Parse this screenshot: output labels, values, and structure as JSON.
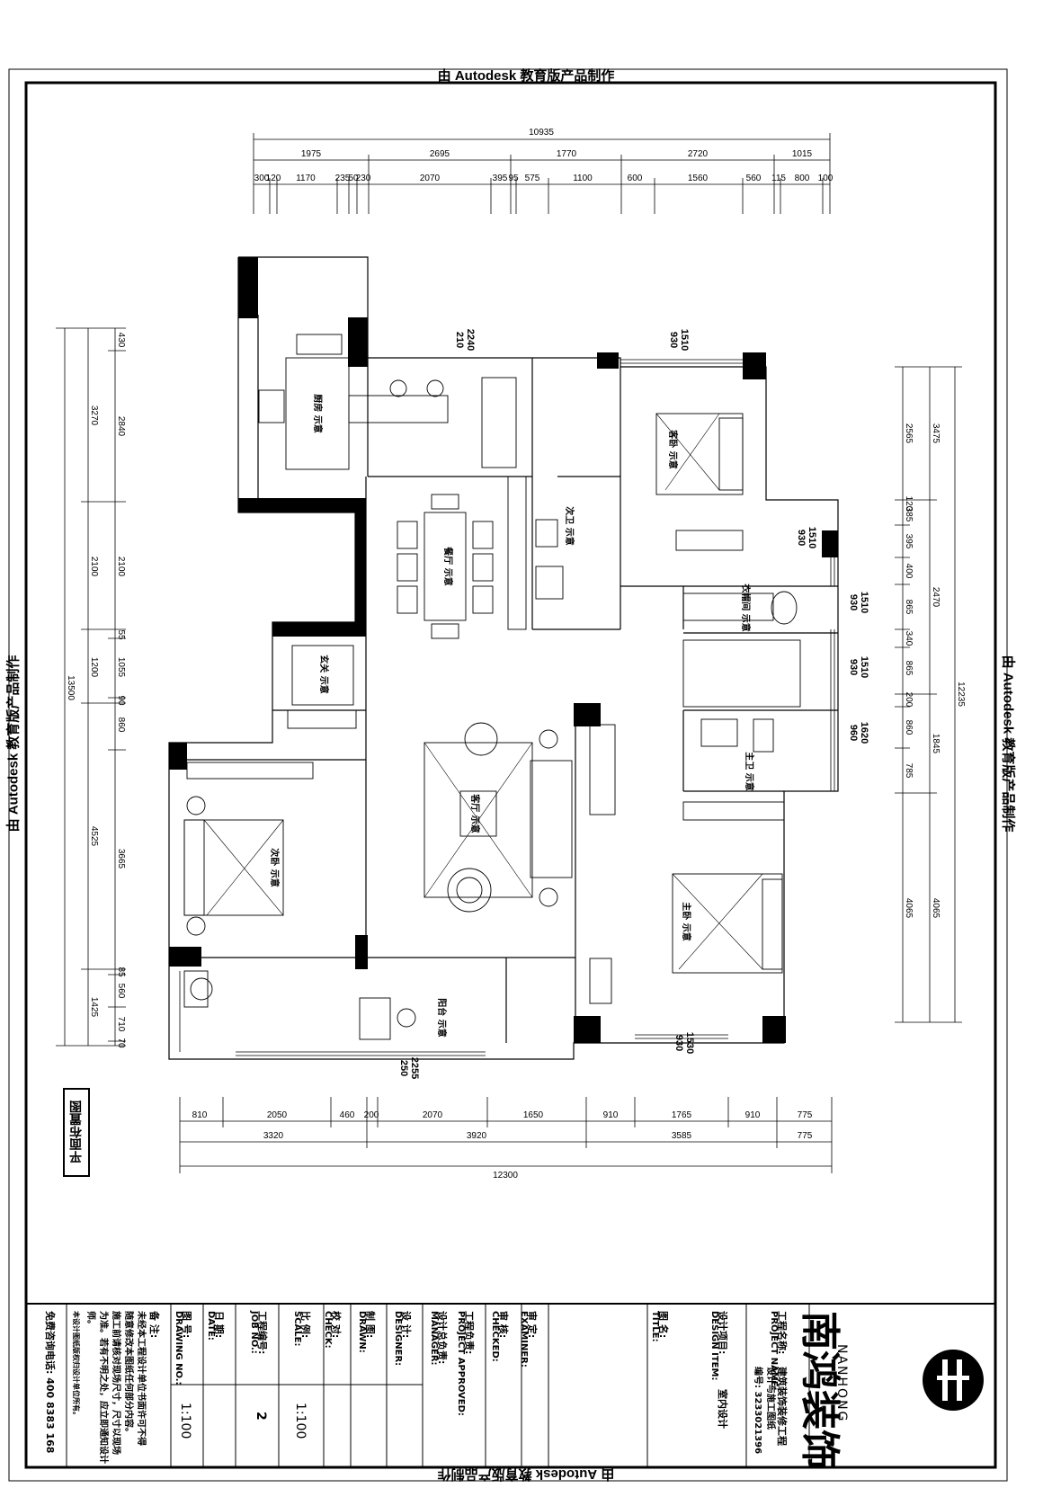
{
  "watermark": "由 Autodesk 教育版产品制作",
  "plan_title": "平面布置图",
  "dims": {
    "top_total": "10935",
    "top_mid": [
      "1975",
      "2695",
      "1770",
      "2720",
      "1015"
    ],
    "top_inner": [
      "300",
      "120",
      "1170",
      "235",
      "50",
      "230",
      "2070",
      "395",
      "95",
      "575",
      "1100",
      "600",
      "1560",
      "560",
      "115",
      "800",
      "100"
    ],
    "bottom_inner": [
      "810",
      "2050",
      "460",
      "200",
      "2070",
      "1650",
      "910",
      "1765",
      "910",
      "775"
    ],
    "bottom_mid": [
      "3320",
      "3920",
      "3585",
      "775"
    ],
    "bottom_total": "12300",
    "left_total": "13500",
    "left_outer": [
      "3270",
      "2100",
      "1200",
      "4525",
      "1425"
    ],
    "left_inner": [
      "430",
      "2840",
      "2100",
      "55",
      "1055",
      "90",
      "860",
      "3665",
      "85",
      "560",
      "710",
      "70"
    ],
    "right_total": "12235",
    "right_outer": [
      "3475",
      "2470",
      "1845",
      "4065"
    ],
    "right_inner": [
      "2565",
      "120",
      "385",
      "395",
      "400",
      "865",
      "340",
      "865",
      "200",
      "860",
      "785",
      "4065"
    ],
    "win_2240": "2240",
    "win_210": "210",
    "win_1510a": "1510",
    "win_930a": "930",
    "win_1510b": "1510",
    "win_930b": "930",
    "win_1510c": "1510",
    "win_930c": "930",
    "win_1510d": "1510",
    "win_930d": "930",
    "win_1620": "1620",
    "win_960": "960",
    "win_1530": "1530",
    "win_930e": "930",
    "win_2255": "2255",
    "win_250": "250"
  },
  "rooms": {
    "kitchen": "厨房 示意",
    "dining": "餐厅 示意",
    "guest_bath": "次卫 示意",
    "second_bed": "客卧 示意",
    "entry": "玄关 示意",
    "living": "客厅 示意",
    "child_bed": "次卧 示意",
    "wardrobe": "衣帽间 示意",
    "master_bath": "主卫 示意",
    "master_bed": "主卧 示意",
    "balcony": "阳台 示意"
  },
  "title_block": {
    "company_cn": "南鸿装饰",
    "company_en": "NANHONG",
    "project_name_label": "工程名称:",
    "project_name_en": "PROJECT NAME:",
    "project_name_value": "建筑装饰装修工程",
    "project_sub": "设计与施工图纸",
    "reg_no": "编号: 3233021396",
    "design_item_label": "设计项目:",
    "design_item_en": "DESIGN ITEM:",
    "design_item_value": "室内设计",
    "drawing_title_label": "图 名:",
    "drawing_title_en": "TITLE:",
    "approved_label": "审 定:",
    "approved_en": "EXAMINER:",
    "checked_label": "审 核:",
    "checked_en": "CHECKED:",
    "manager_label": "工程负责:",
    "manager_en": "PROJECT APPROVED:",
    "design_mgr_label": "设计总负责:",
    "design_mgr_en": "MANAGER:",
    "designer_label": "设 计:",
    "designer_en": "DESIGNER:",
    "drawn_label": "制 图:",
    "drawn_en": "DRAWN:",
    "check_label": "校 对:",
    "check_en": "CHECK:",
    "scale_label": "比 例:",
    "scale_en": "SCALE:",
    "scale_value": "1:100",
    "job_no_label": "工程编号:",
    "job_no_en": "JOB NO.:",
    "job_no_value": "2",
    "date_label": "日 期:",
    "date_en": "DATE:",
    "drawing_no_label": "图 号:",
    "drawing_no_en": "DRAWING NO.:",
    "drawing_no_value": "1:100",
    "notes_label": "备 注:",
    "note_1": "未经本工程设计单位书面许可不得",
    "note_2": "随意修改本图纸任何部分内容。",
    "note_3": "施工前请核对现场尺寸，尺寸以现场",
    "note_4": "为准。若有不明之处，应立即通知设计",
    "note_5": "师。",
    "note_6": "本设计图纸版权归设计单位所有。",
    "hotline": "免费咨询电话: 400 8383 168"
  }
}
